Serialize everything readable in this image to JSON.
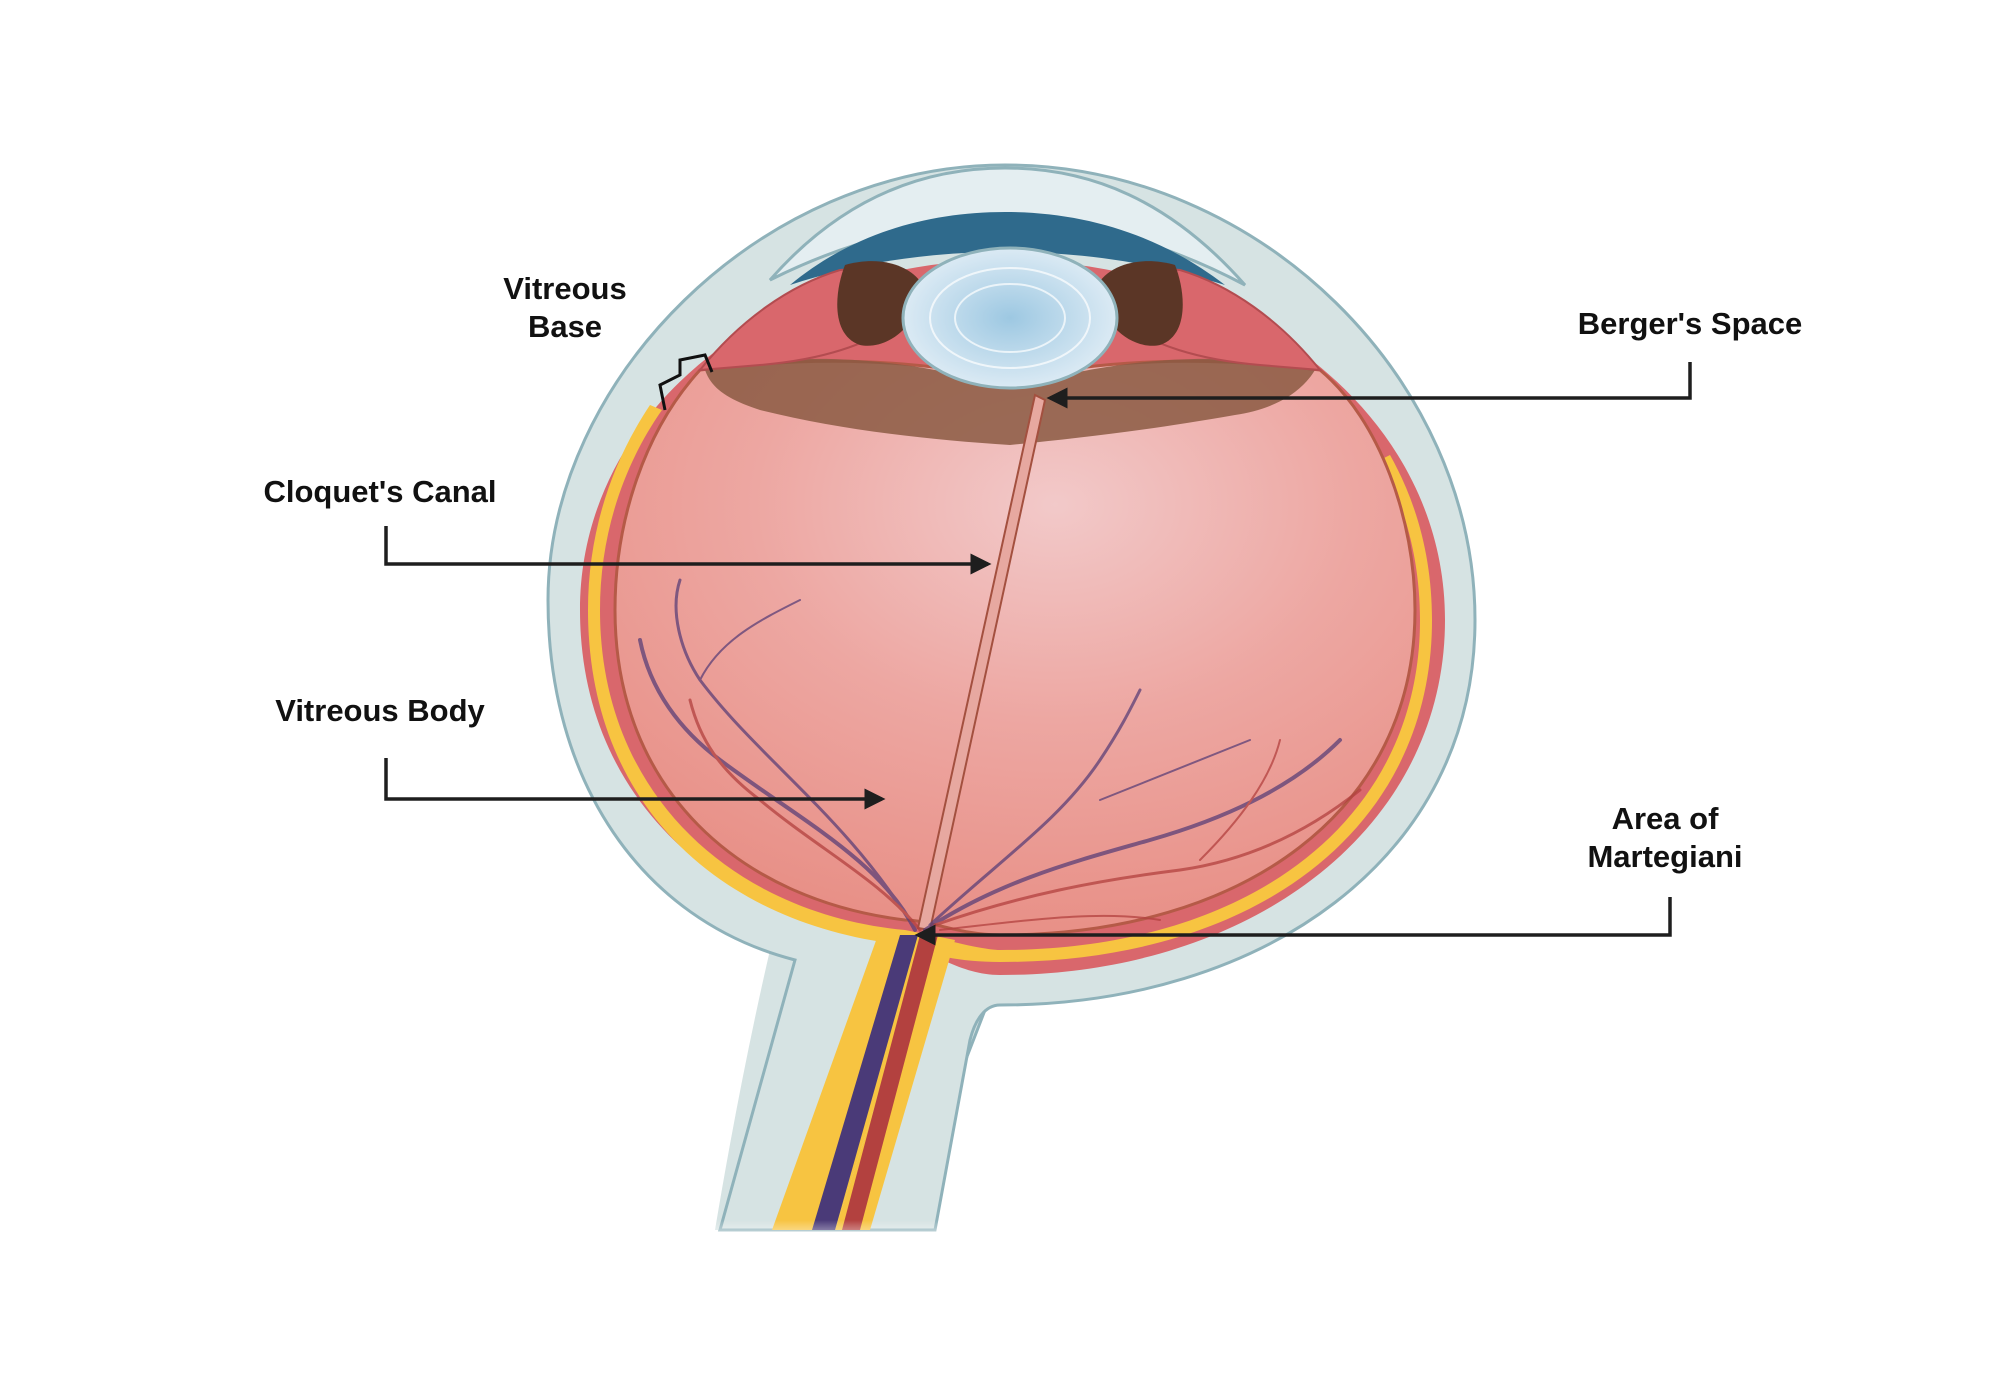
{
  "labels": {
    "vitreous_base": {
      "line1": "Vitreous",
      "line2": "Base"
    },
    "bergers_space": "Berger's Space",
    "cloquets_canal": "Cloquet's Canal",
    "vitreous_body": "Vitreous Body",
    "area_of_martegiani": {
      "line1": "Area of",
      "line2": "Martegiani"
    }
  },
  "colors": {
    "sclera": "#d6e3e3",
    "sclera_edge": "#8fb2ba",
    "choroid": "#d9676c",
    "retina": "#f7c441",
    "vitreous": "#ec9c97",
    "lens": "#b9d6e8",
    "aqueous": "#2f6a8c",
    "ciliary": "#7a4a34",
    "vein": "#5b3f77",
    "artery": "#b3413f",
    "arrow": "#1e1e1e"
  }
}
